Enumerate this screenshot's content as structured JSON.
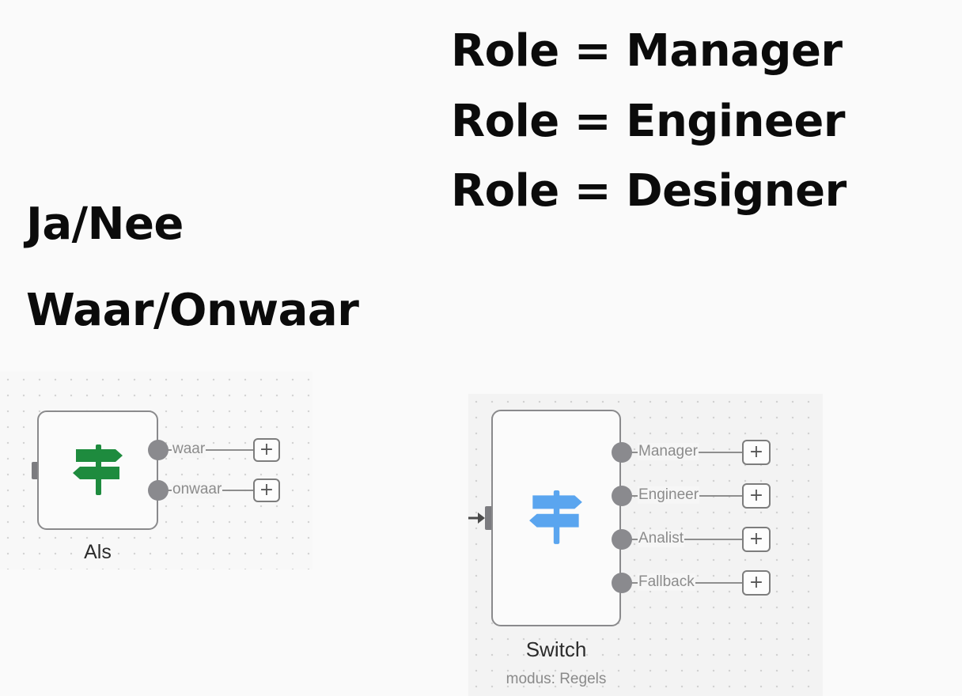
{
  "headings": {
    "left": [
      "Ja/Nee",
      "Waar/Onwaar"
    ],
    "right": [
      "Role = Manager",
      "Role = Engineer",
      "Role = Designer"
    ]
  },
  "if_node": {
    "title": "Als",
    "icon": "signpost-icon",
    "icon_color": "#1e8b3e",
    "outputs": [
      {
        "label": "waar",
        "add": "+"
      },
      {
        "label": "onwaar",
        "add": "+"
      }
    ]
  },
  "switch_node": {
    "title": "Switch",
    "subtitle": "modus: Regels",
    "icon": "signpost-icon",
    "icon_color": "#5aa5ef",
    "outputs": [
      {
        "label": "Manager",
        "add": "+"
      },
      {
        "label": "Engineer",
        "add": "+"
      },
      {
        "label": "Analist",
        "add": "+"
      },
      {
        "label": "Fallback",
        "add": "+"
      }
    ]
  }
}
